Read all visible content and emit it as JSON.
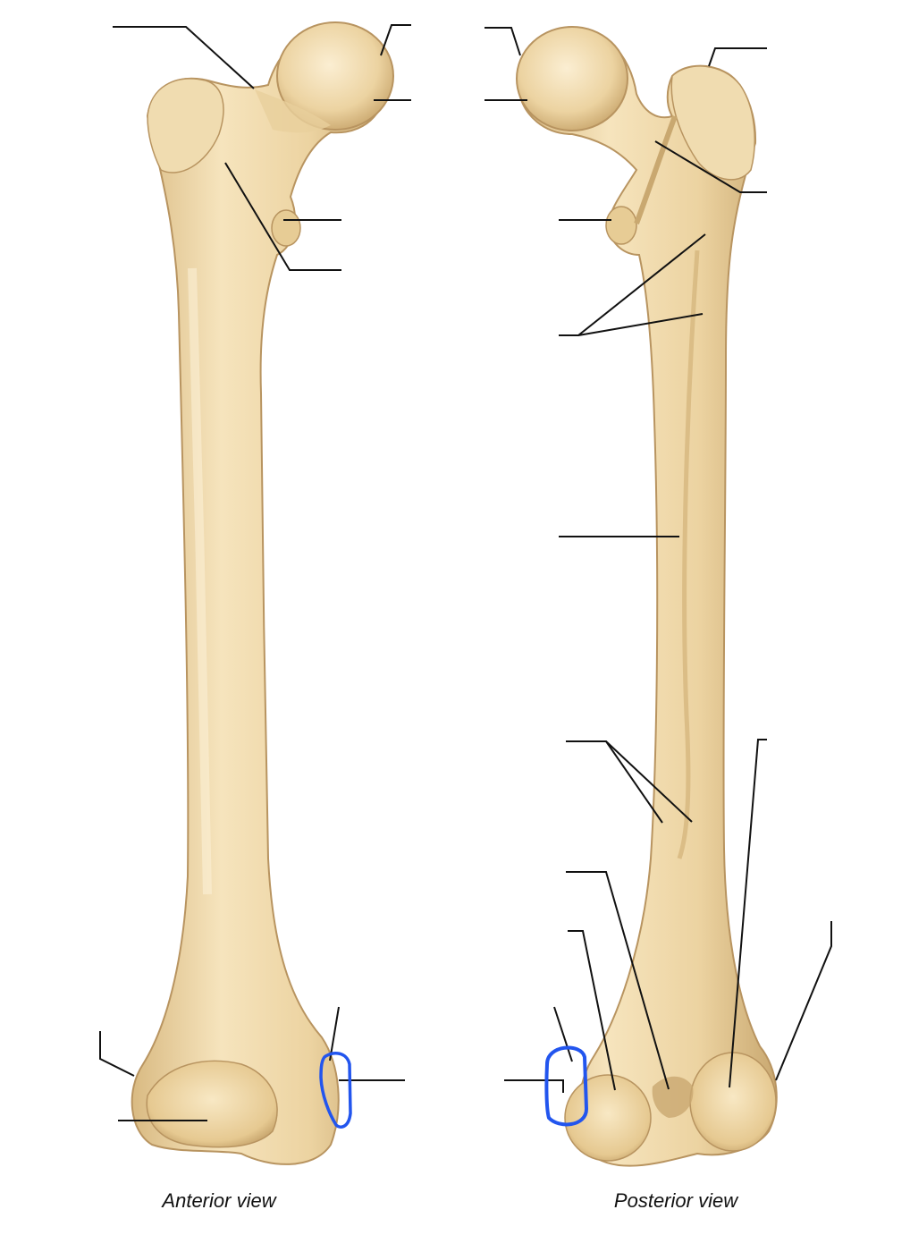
{
  "figure": {
    "views": [
      {
        "id": "anterior",
        "caption": "Anterior view"
      },
      {
        "id": "posterior",
        "caption": "Posterior view"
      }
    ],
    "leader_line_color": "#111111",
    "bone_fill": "#ecd3a1",
    "bone_light": "#f7e8c6",
    "bone_shadow": "#c9a870",
    "marker_color": "#2255ee",
    "labels": "blank"
  }
}
